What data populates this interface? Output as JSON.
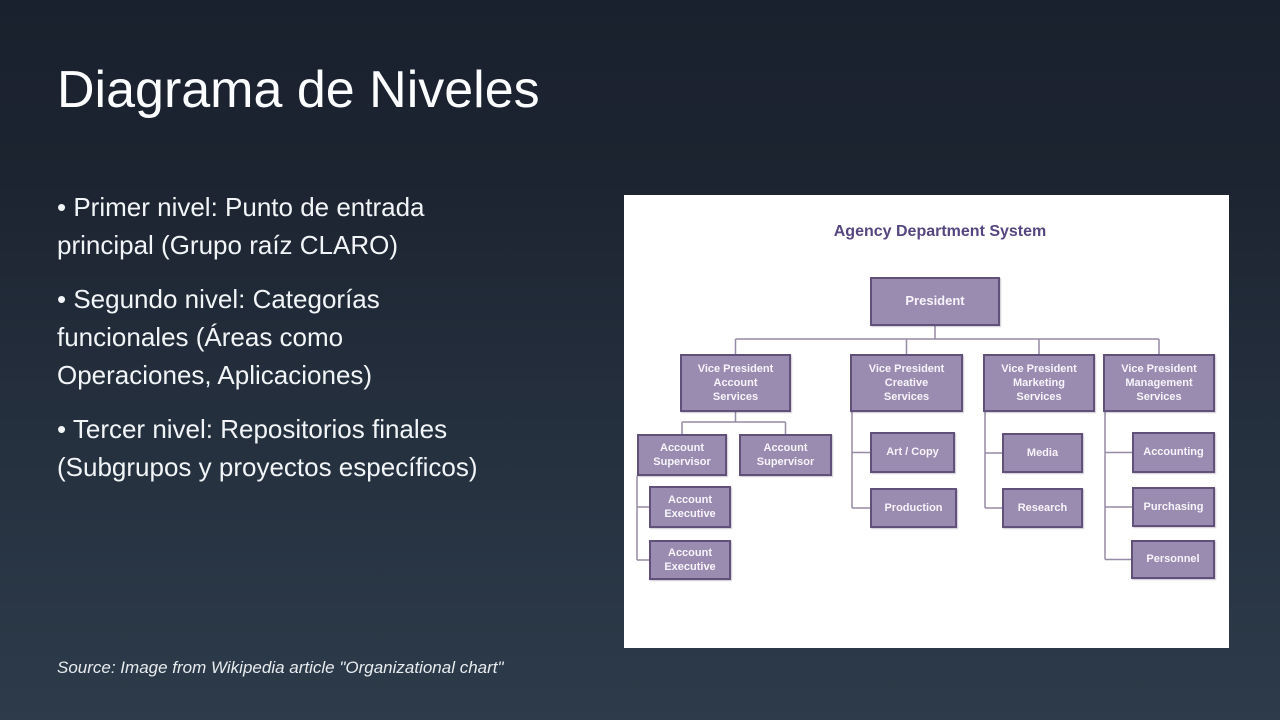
{
  "slide": {
    "title": "Diagrama de Niveles",
    "bullets": [
      "• Primer nivel: Punto de entrada\nprincipal (Grupo raíz CLARO)",
      "• Segundo nivel: Categorías\nfuncionales (Áreas como\nOperaciones, Aplicaciones)",
      "• Tercer nivel: Repositorios finales\n(Subgrupos y proyectos específicos)"
    ],
    "source_note": "Source: Image from Wikipedia article \"Organizational chart\""
  },
  "org_chart": {
    "title": "Agency Department System",
    "nodes": {
      "president": "President",
      "vp_account": "Vice President\nAccount\nServices",
      "vp_creative": "Vice President\nCreative\nServices",
      "vp_marketing": "Vice President\nMarketing\nServices",
      "vp_management": "Vice President\nManagement\nServices",
      "account_supervisor_1": "Account\nSupervisor",
      "account_supervisor_2": "Account\nSupervisor",
      "account_executive_1": "Account\nExecutive",
      "account_executive_2": "Account\nExecutive",
      "art_copy": "Art / Copy",
      "production": "Production",
      "media": "Media",
      "research": "Research",
      "accounting": "Accounting",
      "purchasing": "Purchasing",
      "personnel": "Personnel"
    },
    "hierarchy": {
      "president": [
        "vp_account",
        "vp_creative",
        "vp_marketing",
        "vp_management"
      ],
      "vp_account": [
        "account_supervisor_1",
        "account_supervisor_2"
      ],
      "account_supervisor_1": [
        "account_executive_1",
        "account_executive_2"
      ],
      "vp_creative": [
        "art_copy",
        "production"
      ],
      "vp_marketing": [
        "media",
        "research"
      ],
      "vp_management": [
        "accounting",
        "purchasing",
        "personnel"
      ]
    },
    "colors": {
      "node_fill": "#9a8bb0",
      "node_border": "#60507a",
      "node_text": "#f7f5fa",
      "connector": "#968ba4",
      "chart_title_text": "#564680",
      "panel_background": "#ffffff"
    }
  },
  "colors": {
    "slide_background_top": "#1a212e",
    "slide_background_bottom": "#2d3b4a",
    "slide_text": "#f2f5f7"
  }
}
